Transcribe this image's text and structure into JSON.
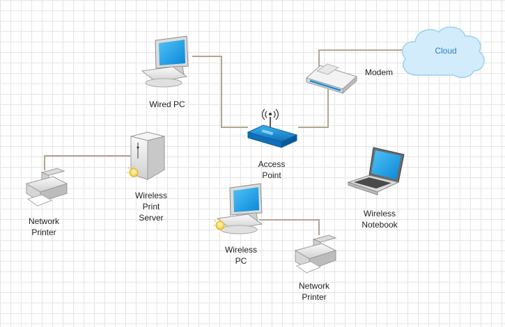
{
  "colors": {
    "connection": "#b3a58f",
    "grid": "#e4e4e4",
    "cloud_fill": "#d2ecfb",
    "cloud_stroke": "#9ad0ef",
    "cloud_text": "#2d7fc0",
    "screen": "#1da0e6",
    "device_body": "#e6e6e6",
    "access_point": "#1b8fd6"
  },
  "nodes": {
    "cloud": {
      "label": "Cloud",
      "icon": "cloud-icon"
    },
    "modem": {
      "label": "Modem",
      "icon": "modem-icon"
    },
    "wired_pc": {
      "label": "Wired PC",
      "icon": "desktop-pc-icon"
    },
    "access_point": {
      "label": "Access\nPoint",
      "icon": "wireless-access-point-icon"
    },
    "wireless_print_server": {
      "label": "Wireless\nPrint\nServer",
      "icon": "print-server-icon"
    },
    "network_printer_left": {
      "label": "Network\nPrinter",
      "icon": "printer-icon"
    },
    "wireless_pc": {
      "label": "Wireless\nPC",
      "icon": "desktop-pc-icon"
    },
    "network_printer_bottom": {
      "label": "Network\nPrinter",
      "icon": "printer-icon"
    },
    "wireless_notebook": {
      "label": "Wireless\nNotebook",
      "icon": "laptop-icon"
    }
  }
}
